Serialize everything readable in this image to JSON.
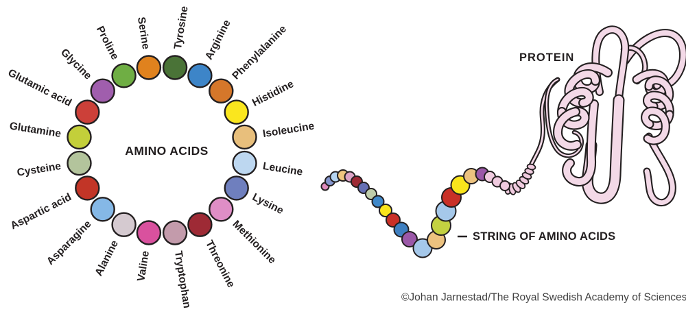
{
  "figure": {
    "amino_acids_ring": {
      "center_label": "AMINO ACIDS",
      "items": [
        {
          "name": "Serine",
          "color": "#e0821e"
        },
        {
          "name": "Tyrosine",
          "color": "#4a7337"
        },
        {
          "name": "Arginine",
          "color": "#3d85c8"
        },
        {
          "name": "Phenylalanine",
          "color": "#d5772a"
        },
        {
          "name": "Histidine",
          "color": "#fae61e"
        },
        {
          "name": "Isoleucine",
          "color": "#e8bf7c"
        },
        {
          "name": "Leucine",
          "color": "#bdd7f0"
        },
        {
          "name": "Lysine",
          "color": "#6f7fbe"
        },
        {
          "name": "Methionine",
          "color": "#df8ec6"
        },
        {
          "name": "Threonine",
          "color": "#9e2a35"
        },
        {
          "name": "Tryptophan",
          "color": "#c39bab"
        },
        {
          "name": "Valine",
          "color": "#d9519e"
        },
        {
          "name": "Alanine",
          "color": "#d5cad0"
        },
        {
          "name": "Asparagine",
          "color": "#85b8e6"
        },
        {
          "name": "Aspartic acid",
          "color": "#c23527"
        },
        {
          "name": "Cysteine",
          "color": "#b3c49c"
        },
        {
          "name": "Glutamine",
          "color": "#c3cf3a"
        },
        {
          "name": "Glutamic acid",
          "color": "#cc4039"
        },
        {
          "name": "Glycine",
          "color": "#a05ead"
        },
        {
          "name": "Proline",
          "color": "#6fae44"
        }
      ]
    },
    "chain": {
      "label": "STRING OF AMINO ACIDS",
      "bead_colors": [
        "#e08bbd",
        "#8495cd",
        "#b5d4f0",
        "#efc67f",
        "#dda4c6",
        "#9e2a35",
        "#6670b4",
        "#bfcdaa",
        "#3f88c9",
        "#f9e41c",
        "#c93027",
        "#3f80c1",
        "#9b58a8",
        "#a5c8ea",
        "#ecc27f",
        "#c3d141",
        "#a5c8ea",
        "#c93027",
        "#f9e41c",
        "#ecc27f",
        "#9b58a8",
        "#f0cbdf",
        "#f0cbdf",
        "#f0cbdf"
      ],
      "taper_color": "#f0cbdf"
    },
    "protein": {
      "label": "PROTEIN",
      "fill": "#f3d9e7",
      "outline": "#231f20"
    },
    "credit": "©Johan Jarnestad/The Royal Swedish Academy of Sciences"
  }
}
